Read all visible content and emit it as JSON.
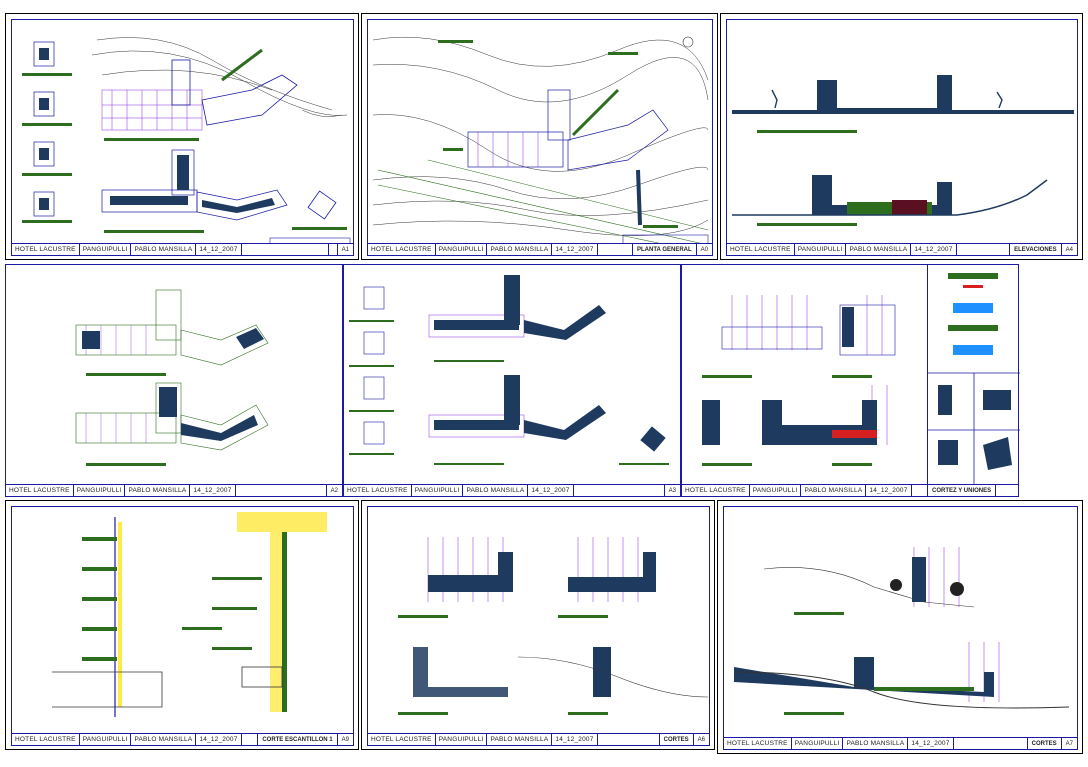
{
  "title_block": {
    "project": "HOTEL LACUSTRE",
    "location": "PANGUIPULLI",
    "author": "PABLO MANSILLA",
    "date": "14_12_2007"
  },
  "sheets": [
    {
      "id": "s1",
      "sheet_name": "",
      "sheet_no": "A1"
    },
    {
      "id": "s2",
      "sheet_name": "PLANTA GENERAL",
      "sheet_no": "A0"
    },
    {
      "id": "s3",
      "sheet_name": "ELEVACIONES",
      "sheet_no": "A4"
    },
    {
      "id": "s4",
      "sheet_name": "",
      "sheet_no": "A2"
    },
    {
      "id": "s5",
      "sheet_name": "",
      "sheet_no": "A3"
    },
    {
      "id": "s6",
      "sheet_name": "",
      "sheet_no": ""
    },
    {
      "id": "s7",
      "sheet_name": "CORTE ESCANTILLON 1",
      "sheet_no": "A9"
    },
    {
      "id": "s8",
      "sheet_name": "CORTES",
      "sheet_no": "A6"
    },
    {
      "id": "s9",
      "sheet_name": "CORTES",
      "sheet_no": "A7"
    }
  ],
  "details_label": "CORTEZ Y UNIONES",
  "colors": {
    "sheet_border": "#1a1aa6",
    "grid": "#8a2be2",
    "building": "#1e3a5f",
    "highlight": "#2c6e1e",
    "detail_yellow": "#ffe94a",
    "detail_red": "#d62020"
  }
}
